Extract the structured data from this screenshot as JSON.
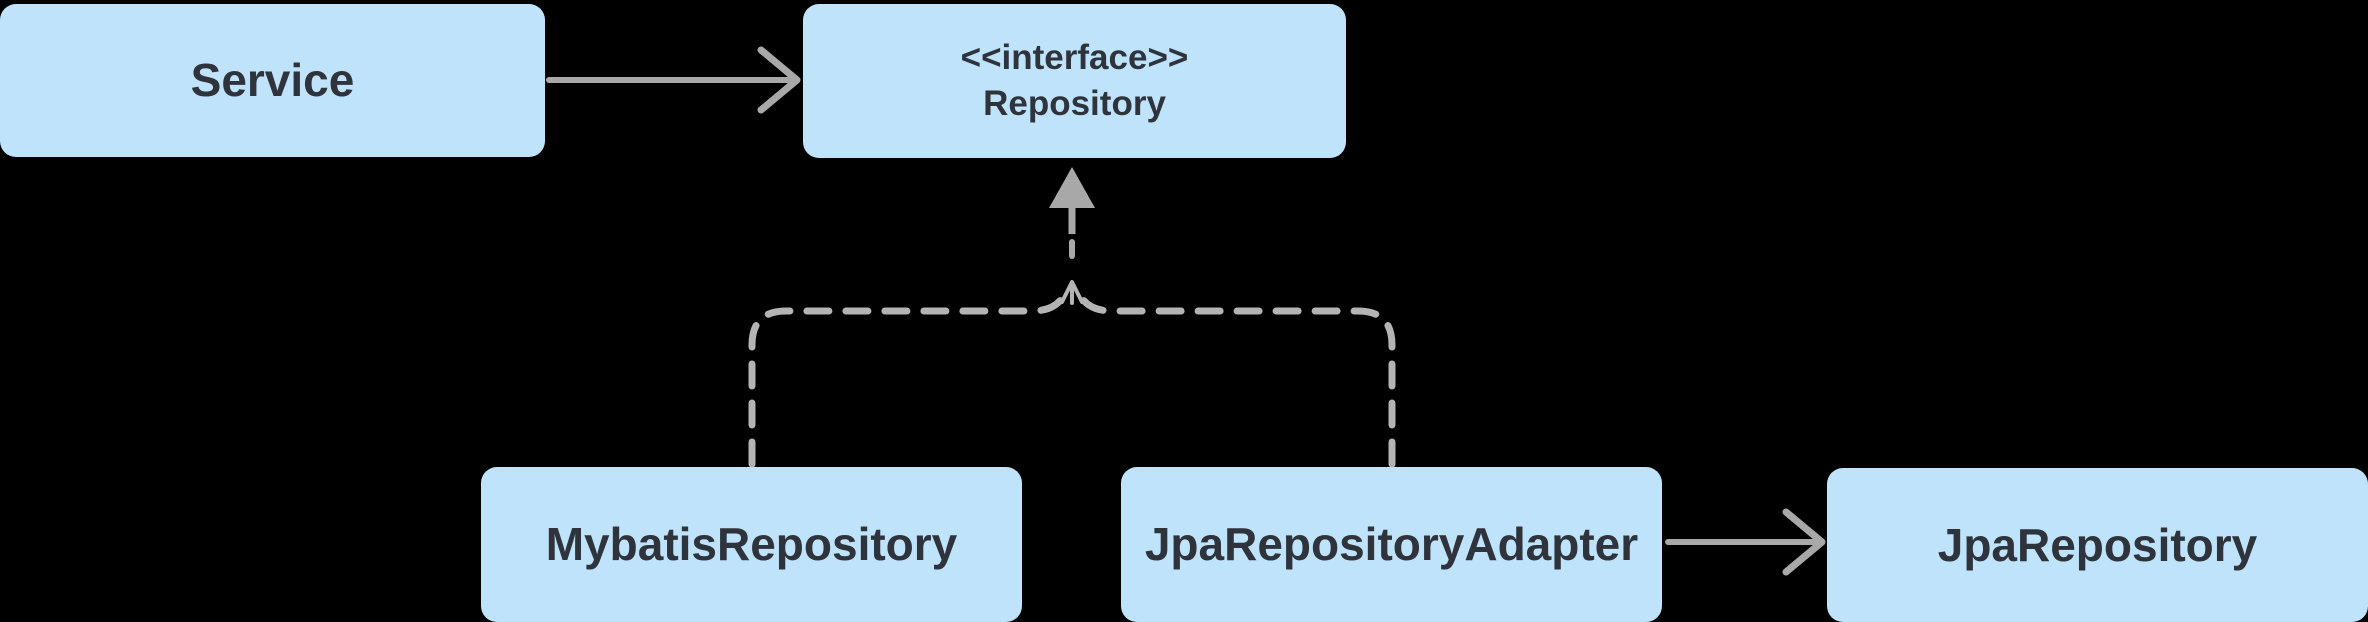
{
  "diagram": {
    "type": "uml-class-diagram",
    "background_color": "#000000",
    "node_fill_color": "#bee3fb",
    "node_text_color": "#2f343c",
    "solid_arrow_color": "#a8a8a8",
    "dashed_edge_color": "#b4b4b4",
    "nodes": {
      "service": {
        "label": "Service"
      },
      "repository": {
        "stereotype": "<<interface>>",
        "label": "Repository"
      },
      "mybatis_repository": {
        "label": "MybatisRepository"
      },
      "jpa_repository_adapter": {
        "label": "JpaRepositoryAdapter"
      },
      "jpa_repository": {
        "label": "JpaRepository"
      }
    },
    "edges": [
      {
        "from": "Service",
        "to": "Repository",
        "style": "solid",
        "arrowhead": "open"
      },
      {
        "from": "MybatisRepository",
        "to": "Repository",
        "style": "dashed",
        "arrowhead": "hollow-triangle",
        "meaning": "realization"
      },
      {
        "from": "JpaRepositoryAdapter",
        "to": "Repository",
        "style": "dashed",
        "arrowhead": "hollow-triangle",
        "meaning": "realization"
      },
      {
        "from": "JpaRepositoryAdapter",
        "to": "JpaRepository",
        "style": "solid",
        "arrowhead": "open"
      }
    ]
  }
}
